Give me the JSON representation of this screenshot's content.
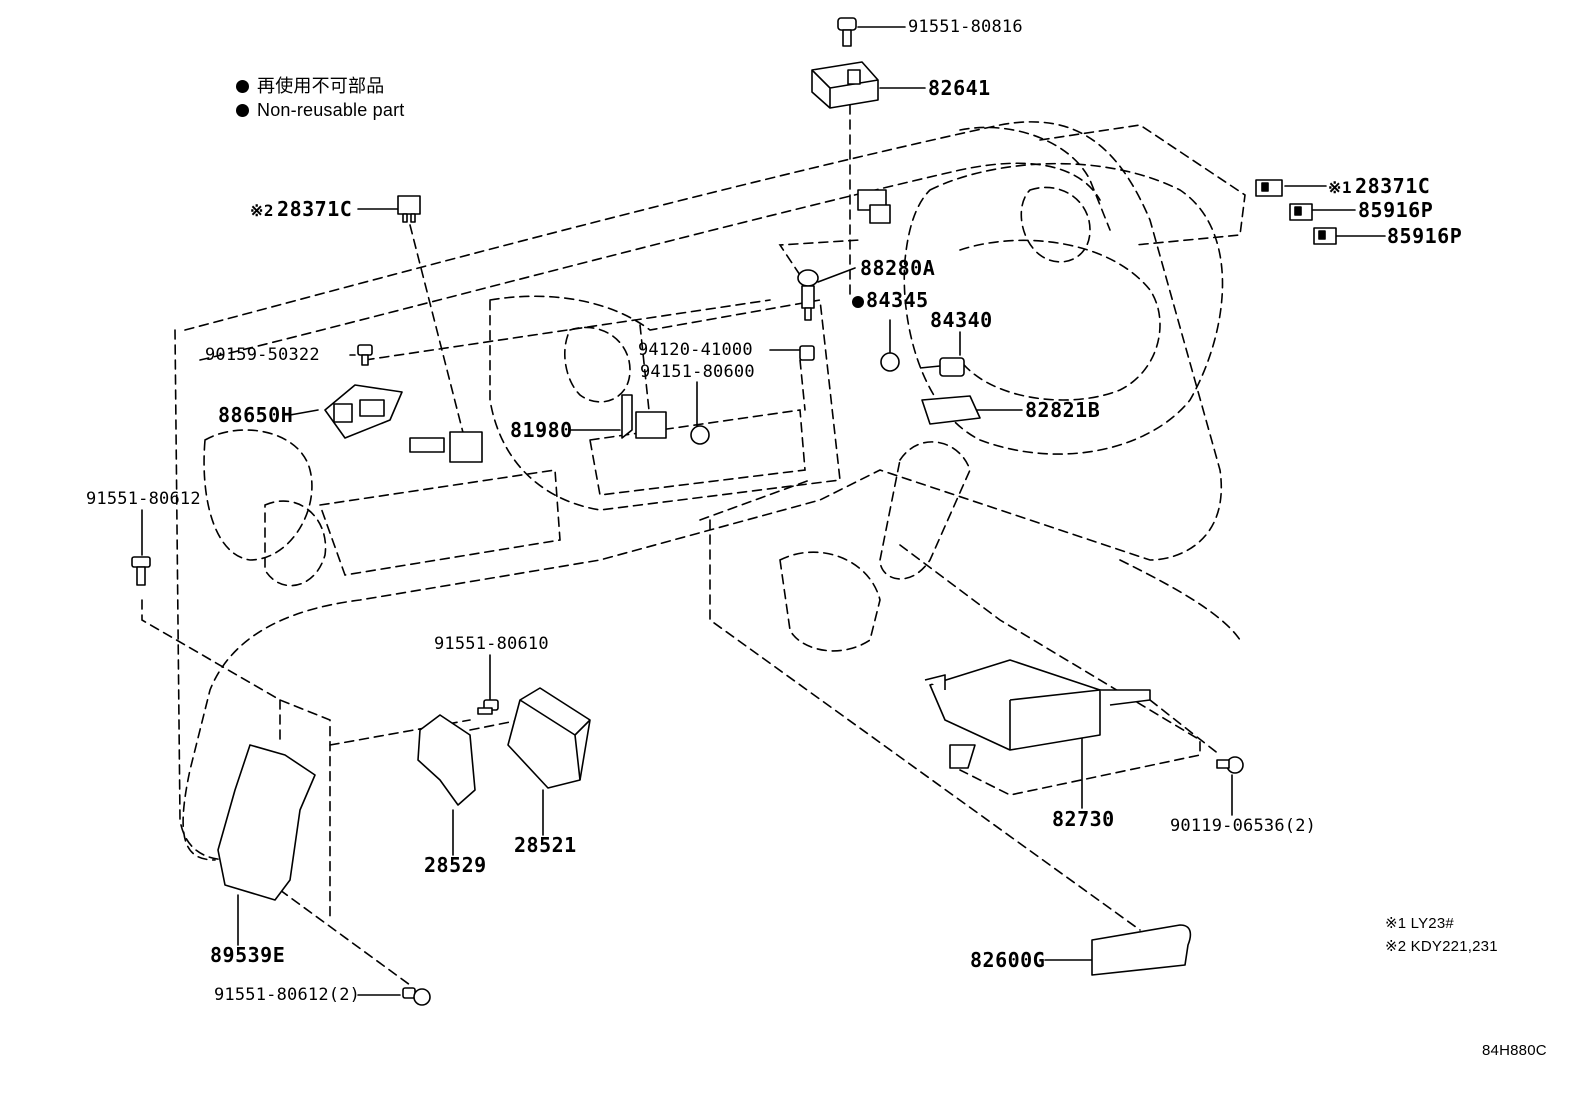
{
  "legend": {
    "jp": "再使用不可部品",
    "en": "Non-reusable part"
  },
  "parts": {
    "p91551_80816": "91551-80816",
    "p82641": "82641",
    "p28371c_left": "28371C",
    "p28371c_right": "28371C",
    "p85916p_a": "85916P",
    "p85916p_b": "85916P",
    "p88280a": "88280A",
    "p84345": "84345",
    "p84340": "84340",
    "p94120_41000": "94120-41000",
    "p94151_80600": "94151-80600",
    "p82821b": "82821B",
    "p90159_50322": "90159-50322",
    "p88650h": "88650H",
    "p81980": "81980",
    "p91551_80612": "91551-80612",
    "p91551_80610": "91551-80610",
    "p28529": "28529",
    "p28521": "28521",
    "p89539e": "89539E",
    "p91551_80612_2": "91551-80612(2)",
    "p82730": "82730",
    "p90119_06536_2": "90119-06536(2)",
    "p82600g": "82600G"
  },
  "marks": {
    "m1": "※1",
    "m2": "※2"
  },
  "notes": {
    "n1": "※1 LY23#",
    "n2": "※2 KDY221,231"
  },
  "figure_code": "84H880C"
}
